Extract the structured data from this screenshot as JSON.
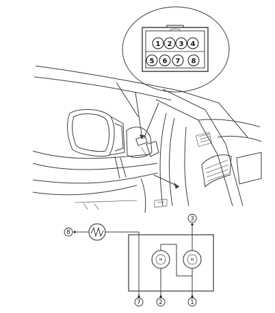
{
  "connector": {
    "pins": [
      "1",
      "2",
      "3",
      "4",
      "5",
      "6",
      "7",
      "8"
    ]
  },
  "schematic": {
    "heater_terminal": "8",
    "terminal_top": "3",
    "terminal_bottom_left": "7",
    "terminal_bottom_mid": "2",
    "terminal_bottom_right": "1",
    "motor_left_label": "M",
    "motor_right_label": "M"
  }
}
